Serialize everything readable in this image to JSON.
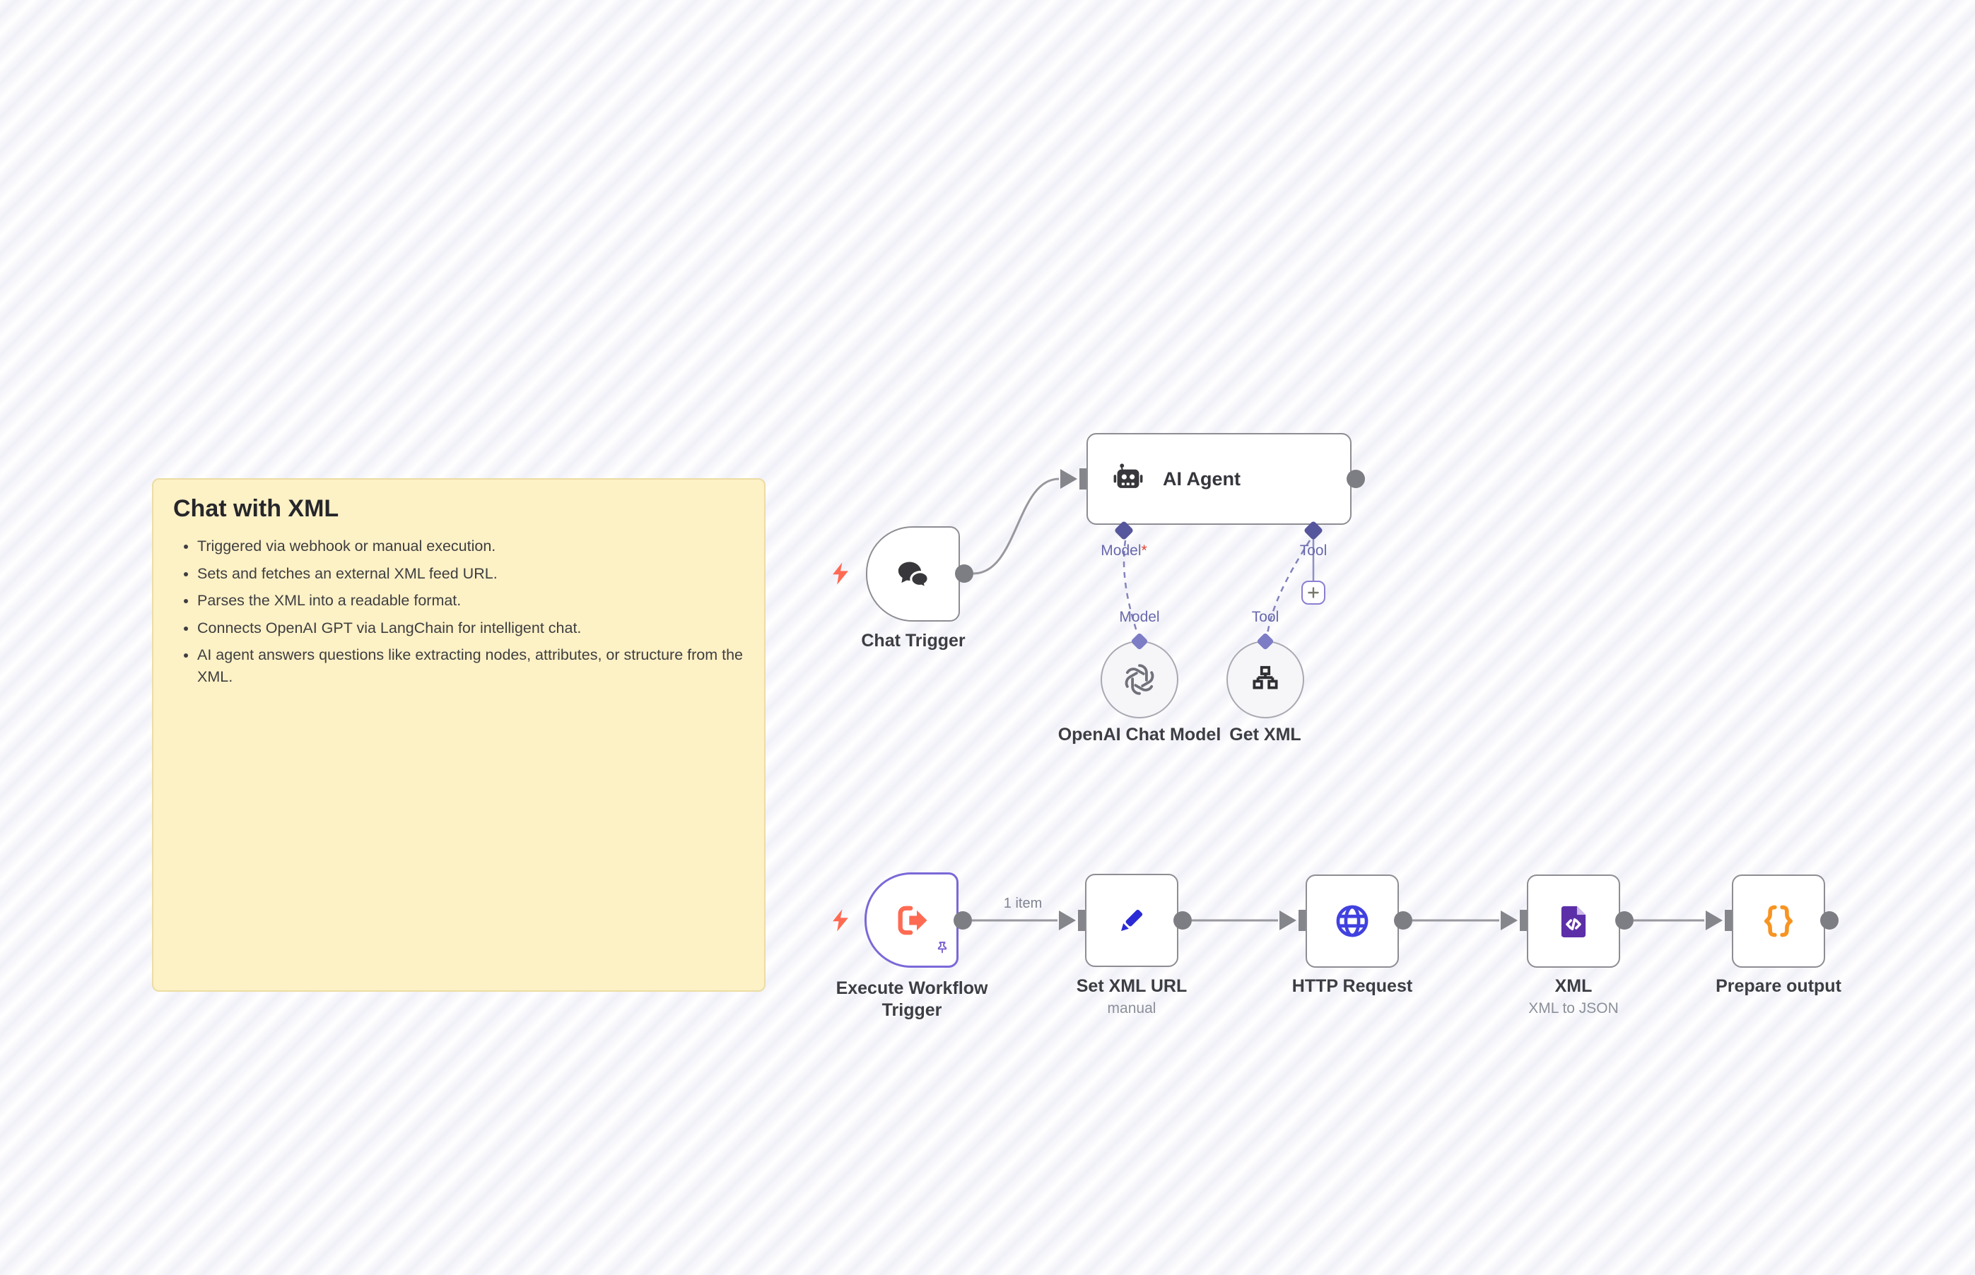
{
  "sticky": {
    "title": "Chat with XML",
    "bullets": [
      "Triggered via webhook or manual execution.",
      "Sets and fetches an external XML feed URL.",
      "Parses the XML into a readable format.",
      "Connects OpenAI GPT via LangChain for intelligent chat.",
      "AI agent answers questions like extracting nodes, attributes, or structure from the XML."
    ]
  },
  "nodes": {
    "chat_trigger": {
      "label": "Chat Trigger"
    },
    "ai_agent": {
      "label": "AI Agent",
      "ports": {
        "model": "Model",
        "model_required_mark": "*",
        "tool": "Tool"
      }
    },
    "openai_chat_model": {
      "label": "OpenAI Chat Model",
      "port": "Model"
    },
    "get_xml": {
      "label": "Get XML",
      "port": "Tool"
    },
    "execute_workflow_trigger": {
      "label": "Execute Workflow Trigger"
    },
    "set_xml_url": {
      "label": "Set XML URL",
      "sublabel": "manual"
    },
    "http_request": {
      "label": "HTTP Request"
    },
    "xml": {
      "label": "XML",
      "sublabel": "XML to JSON"
    },
    "prepare_output": {
      "label": "Prepare output"
    }
  },
  "connections": {
    "execute_to_set_label": "1 item"
  },
  "icons": {
    "chat_trigger": "chat-bubbles",
    "ai_agent": "robot",
    "openai_chat_model": "openai-logo",
    "get_xml": "sitemap",
    "execute_workflow_trigger": "sign-out-arrow",
    "set_xml_url": "pencil",
    "http_request": "globe",
    "xml": "code-file",
    "prepare_output": "curly-braces",
    "trigger_hint": "lightning-bolt",
    "pinned": "pushpin",
    "add_tool": "plus"
  },
  "colors": {
    "accent_coral": "#ff6a52",
    "selected_purple": "#7b68d8",
    "port_indigo": "#56569c",
    "port_indigo_light": "#7d7dc6",
    "connection_gray": "#98989e",
    "node_border": "#8d8d93",
    "sticky_bg": "#fdf1c6",
    "icon_dark": "#38383c",
    "pencil_blue": "#2b2bd6",
    "globe_indigo": "#4141e0",
    "xml_purple": "#5c2fa8",
    "braces_orange": "#f79421"
  }
}
